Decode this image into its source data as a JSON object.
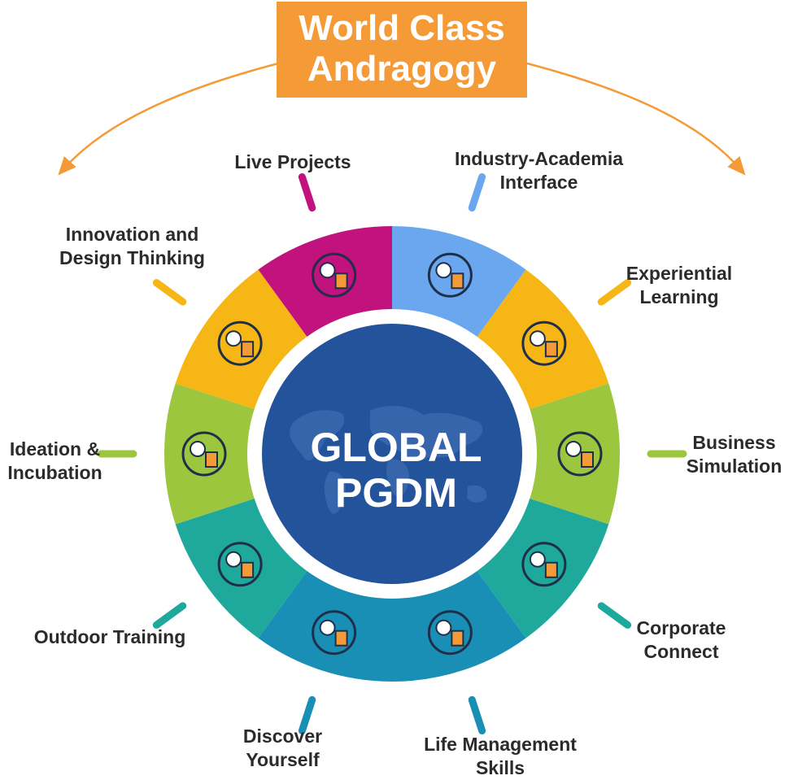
{
  "title": {
    "line1": "World Class",
    "line2": "Andragogy"
  },
  "center": {
    "line1": "GLOBAL",
    "line2": "PGDM"
  },
  "colors": {
    "title_bg": "#f49a36",
    "center_bg": "#23539b",
    "segments": [
      "#c2127d",
      "#6aa7ee",
      "#f5b616",
      "#9cc63d",
      "#1ea99c",
      "#1a8fb6",
      "#1a8fb6",
      "#1ea99c",
      "#9cc63d",
      "#f5b616"
    ]
  },
  "items": [
    {
      "id": "live-projects",
      "lines": [
        "Live Projects"
      ],
      "icon": "analytics-icon"
    },
    {
      "id": "industry-academia",
      "lines": [
        "Industry-Academia",
        "Interface"
      ],
      "icon": "puzzle-people-icon"
    },
    {
      "id": "experiential-learning",
      "lines": [
        "Experiential",
        "Learning"
      ],
      "icon": "head-profiles-icon"
    },
    {
      "id": "business-simulation",
      "lines": [
        "Business",
        "Simulation"
      ],
      "icon": "book-magnifier-icon"
    },
    {
      "id": "corporate-connect",
      "lines": [
        "Corporate",
        "Connect"
      ],
      "icon": "network-icon"
    },
    {
      "id": "life-management",
      "lines": [
        "Life Management",
        "Skills"
      ],
      "icon": "teamwork-puzzle-icon"
    },
    {
      "id": "discover-yourself",
      "lines": [
        "Discover",
        "Yourself"
      ],
      "icon": "magnifier-icon"
    },
    {
      "id": "outdoor-training",
      "lines": [
        "Outdoor Training"
      ],
      "icon": "presentation-icon"
    },
    {
      "id": "ideation-incubation",
      "lines": [
        "Ideation &",
        "Incubation"
      ],
      "icon": "lightbulb-icon"
    },
    {
      "id": "innovation-design",
      "lines": [
        "Innovation and",
        "Design Thinking"
      ],
      "icon": "head-gear-icon"
    }
  ]
}
